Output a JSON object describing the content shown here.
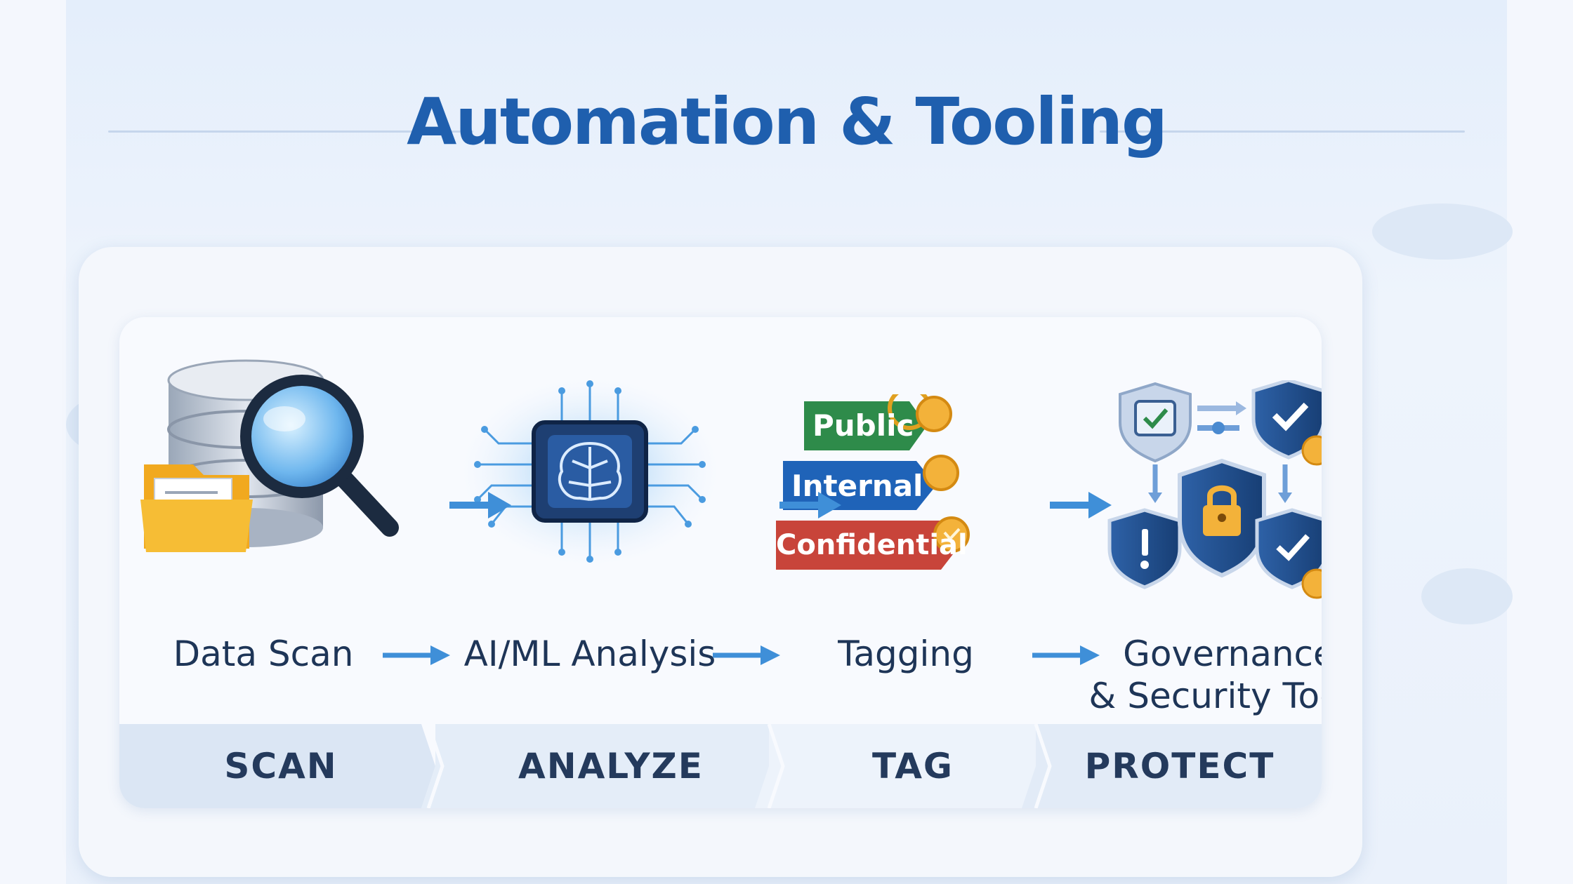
{
  "title": "Automation & Tooling",
  "steps": [
    {
      "label": "Data Scan",
      "icon": "database-magnifier-icon"
    },
    {
      "label": "AI/ML Analysis",
      "icon": "ai-chip-brain-icon"
    },
    {
      "label": "Tagging",
      "icon": "classification-tags-icon"
    },
    {
      "label_line1": "Governance",
      "label_line2": "& Security Tools",
      "icon": "security-shields-icon"
    }
  ],
  "tags": [
    "Public",
    "Internal",
    "Confidential"
  ],
  "phases": [
    "SCAN",
    "ANALYZE",
    "TAG",
    "PROTECT"
  ],
  "colors": {
    "title": "#1f5fae",
    "arrow": "#3f8fd8",
    "tag_public": "#2e8b4a",
    "tag_internal": "#1f63b8",
    "tag_confidential": "#c8443a",
    "shield": "#1f4f8f",
    "badge": "#f3b23a"
  }
}
